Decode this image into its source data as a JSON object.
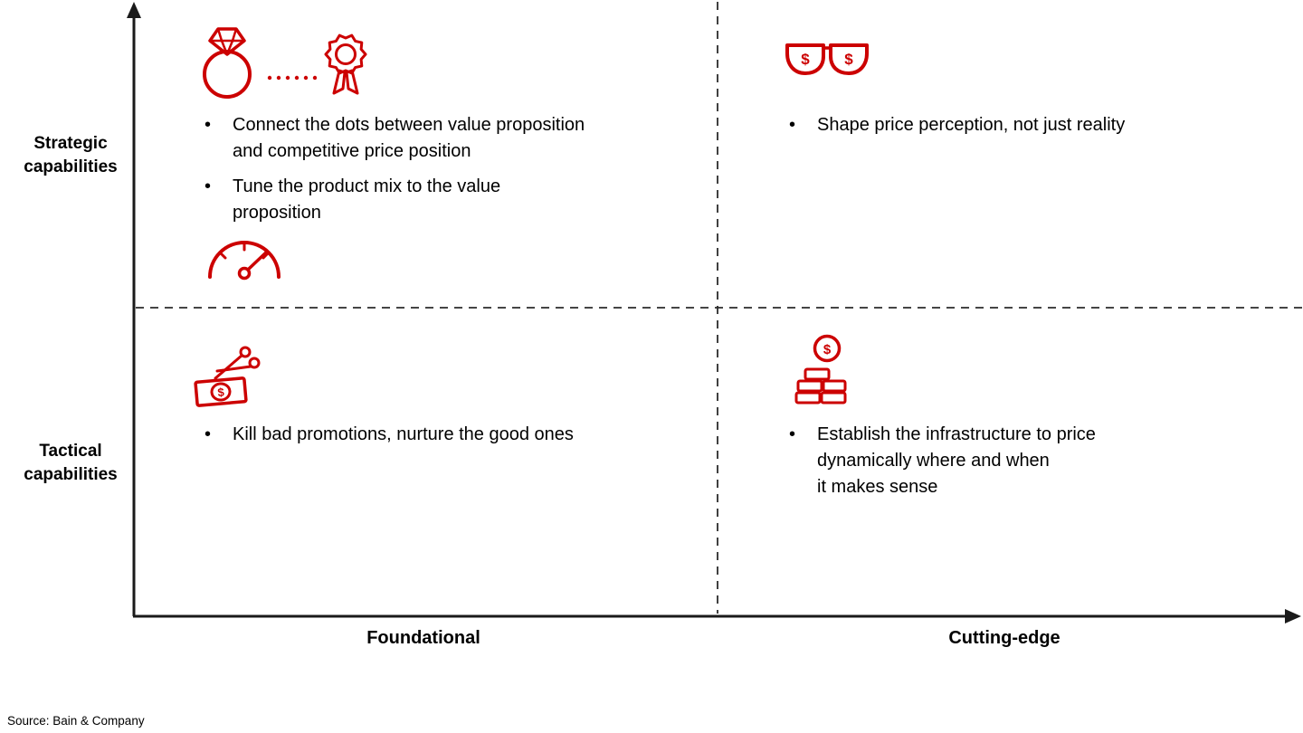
{
  "colors": {
    "accent": "#cc0000",
    "axis": "#1a1a1a",
    "text": "#000000"
  },
  "glyphs": {
    "dollar": "$",
    "bullet": "•"
  },
  "axis": {
    "y": {
      "top_label": "Strategic\ncapabilities",
      "bottom_label": "Tactical\ncapabilities"
    },
    "x": {
      "left_label": "Foundational",
      "right_label": "Cutting-edge"
    }
  },
  "quadrants": {
    "top_left": {
      "icons": [
        "diamond-ring-icon",
        "award-rosette-icon",
        "gauge-icon"
      ],
      "bullets": [
        "Connect the dots between value proposition\nand competitive price position",
        "Tune the product mix to the value\nproposition"
      ]
    },
    "top_right": {
      "icons": [
        "dollar-sunglasses-icon"
      ],
      "bullets": [
        "Shape price perception, not just reality"
      ]
    },
    "bottom_left": {
      "icons": [
        "scissors-cutting-money-icon"
      ],
      "bullets": [
        "Kill bad promotions, nurture the good ones"
      ]
    },
    "bottom_right": {
      "icons": [
        "coin-stack-icon"
      ],
      "bullets": [
        "Establish the infrastructure to price\ndynamically where and when\nit makes sense"
      ]
    }
  },
  "source": "Source: Bain & Company"
}
